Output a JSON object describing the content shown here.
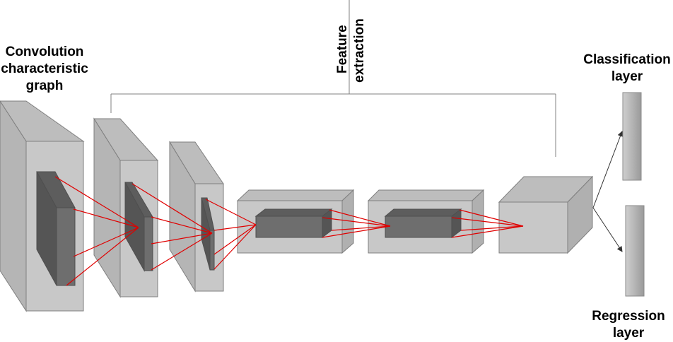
{
  "labels": {
    "conv_line1": "Convolution",
    "conv_line2": "characteristic",
    "conv_line3": "graph",
    "feature_line1": "Feature",
    "feature_line2": "extraction",
    "class_line1": "Classification",
    "class_line2": "layer",
    "reg_line1": "Regression",
    "reg_line2": "layer"
  },
  "colors": {
    "box_fill": "#c8c8c8",
    "box_stroke": "#7f7f7f",
    "inner_fill": "#6e6e6e",
    "connection_lines": "#e00000",
    "bracket": "#808080"
  }
}
